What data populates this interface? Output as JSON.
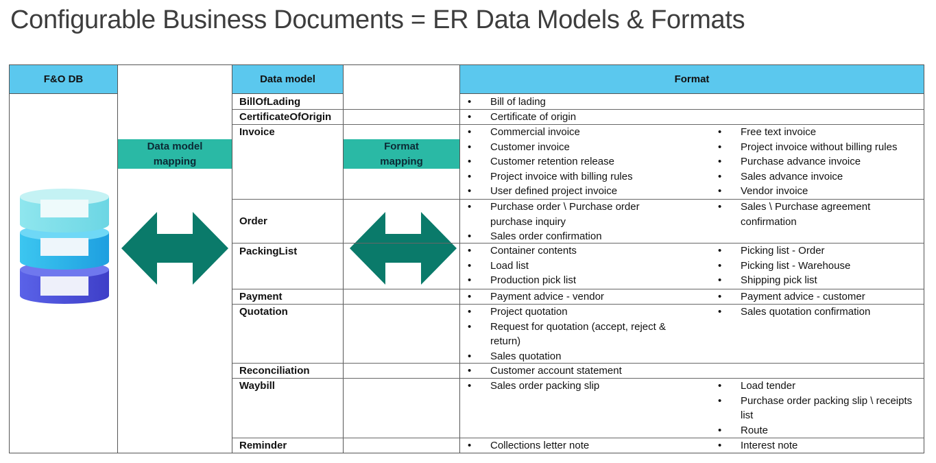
{
  "title": "Configurable Business Documents = ER Data Models & Formats",
  "headers": {
    "db": "F&O DB",
    "model": "Data model",
    "format": "Format"
  },
  "mappings": {
    "data_model": [
      "Data model",
      "mapping"
    ],
    "format": [
      "Format",
      "mapping"
    ]
  },
  "colors": {
    "header": "#5bc8ee",
    "mapping": "#2ab9a5",
    "arrow": "#0a7a6a"
  },
  "rows": [
    {
      "model": "BillOfLading",
      "left": [
        "Bill of lading"
      ],
      "right": []
    },
    {
      "model": "CertificateOfOrigin",
      "left": [
        "Certificate of origin"
      ],
      "right": []
    },
    {
      "model": "Invoice",
      "left": [
        "Commercial invoice",
        "Customer invoice",
        "Customer retention release",
        "Project invoice with billing rules",
        "User defined project invoice"
      ],
      "right": [
        "Free text invoice",
        "Project invoice without billing rules",
        "Purchase advance invoice",
        "Sales advance invoice",
        "Vendor invoice"
      ]
    },
    {
      "model": "Order",
      "left": [
        "Purchase order \\ Purchase order purchase inquiry",
        "Sales order confirmation"
      ],
      "right": [
        "Sales \\ Purchase agreement confirmation"
      ]
    },
    {
      "model": "PackingList",
      "left": [
        "Container contents",
        "Load list",
        "Production pick list"
      ],
      "right": [
        "Picking list - Order",
        "Picking list - Warehouse",
        "Shipping pick list"
      ]
    },
    {
      "model": "Payment",
      "left": [
        "Payment advice - vendor"
      ],
      "right": [
        "Payment advice - customer"
      ]
    },
    {
      "model": "Quotation",
      "left": [
        "Project quotation",
        "Request for quotation (accept, reject & return)",
        "Sales quotation"
      ],
      "right": [
        "Sales quotation confirmation"
      ]
    },
    {
      "model": "Reconciliation",
      "left": [
        "Customer account statement"
      ],
      "right": []
    },
    {
      "model": "Waybill",
      "left": [
        "Sales order packing slip"
      ],
      "right": [
        "Load tender",
        "Purchase order packing slip \\ receipts list",
        "Route"
      ]
    },
    {
      "model": "Reminder",
      "left": [
        "Collections letter note"
      ],
      "right": [
        "Interest note"
      ]
    }
  ]
}
